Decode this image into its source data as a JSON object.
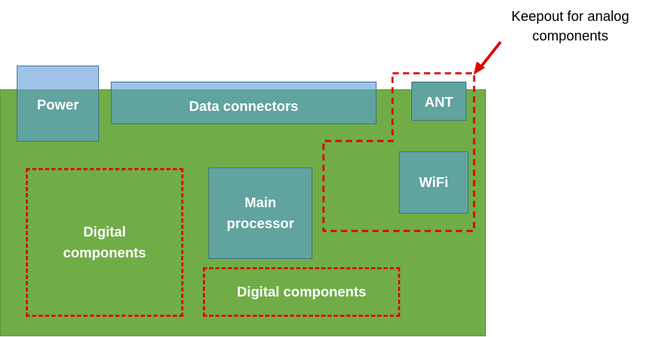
{
  "components": {
    "power": "Power",
    "data_connectors": "Data connectors",
    "ant": "ANT",
    "wifi": "WiFi",
    "main_processor": "Main processor"
  },
  "zones": {
    "digital_left": "Digital components",
    "digital_bottom": "Digital components"
  },
  "annotation": {
    "keepout_note": "Keepout for analog components"
  },
  "colors": {
    "board": "#70ad47",
    "component": "#61a39e",
    "connector_top": "#9ec3e6",
    "keepout": "#e00000"
  }
}
